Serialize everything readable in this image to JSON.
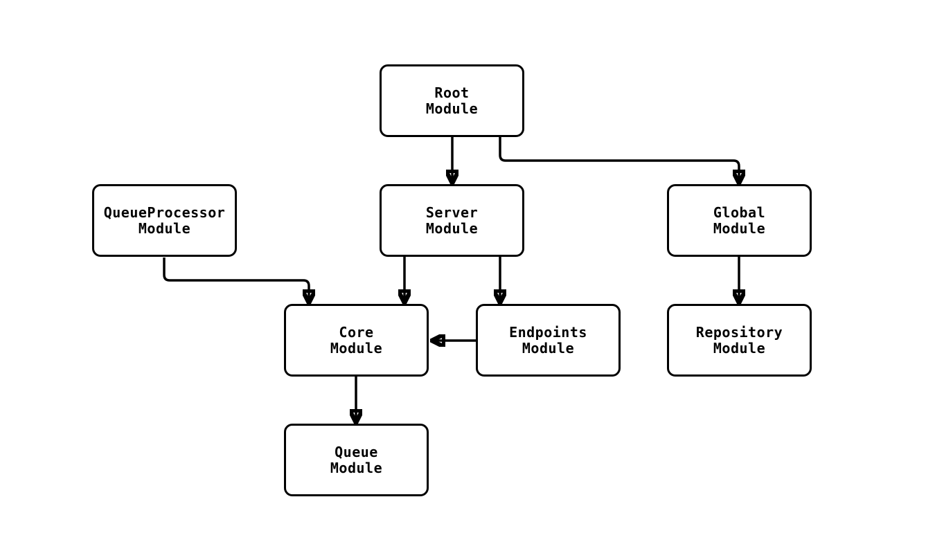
{
  "diagram_type": "module-dependency-flowchart",
  "colors": {
    "background": "#ffffff",
    "node_fill": "#ffffff",
    "stroke": "#000000",
    "text": "#000000"
  },
  "nodes": {
    "root": {
      "line1": "Root",
      "line2": "Module"
    },
    "server": {
      "line1": "Server",
      "line2": "Module"
    },
    "global": {
      "line1": "Global",
      "line2": "Module"
    },
    "queueprocessor": {
      "line1": "QueueProcessor",
      "line2": "Module"
    },
    "core": {
      "line1": "Core",
      "line2": "Module"
    },
    "endpoints": {
      "line1": "Endpoints",
      "line2": "Module"
    },
    "repository": {
      "line1": "Repository",
      "line2": "Module"
    },
    "queue": {
      "line1": "Queue",
      "line2": "Module"
    }
  },
  "edges": [
    {
      "from": "Root Module",
      "to": "Server Module"
    },
    {
      "from": "Root Module",
      "to": "Global Module"
    },
    {
      "from": "QueueProcessor Module",
      "to": "Core Module"
    },
    {
      "from": "Server Module",
      "to": "Core Module"
    },
    {
      "from": "Server Module",
      "to": "Endpoints Module"
    },
    {
      "from": "Endpoints Module",
      "to": "Core Module"
    },
    {
      "from": "Global Module",
      "to": "Repository Module"
    },
    {
      "from": "Core Module",
      "to": "Queue Module"
    }
  ]
}
